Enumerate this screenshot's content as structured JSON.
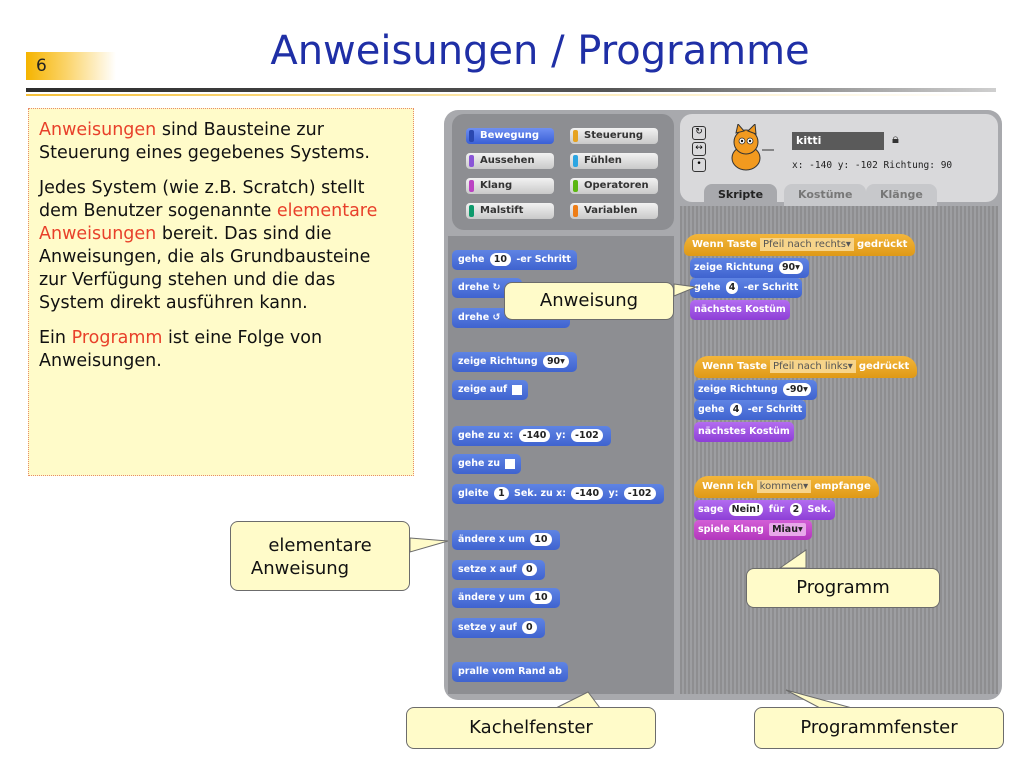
{
  "slide": {
    "number": "6",
    "title": "Anweisungen / Programme"
  },
  "text": {
    "p1_hl": "Anweisungen",
    "p1_rest": " sind Bausteine zur Steuerung eines gegebenes Systems.",
    "p2_a": "Jedes System (wie z.B. Scratch) stellt dem Benutzer sogenannte ",
    "p2_hl": "elementare Anweisungen",
    "p2_b": " bereit. Das sind die Anweisungen, die als Grundbausteine zur Verfügung stehen und die das System direkt ausführen kann.",
    "p3_a": "Ein ",
    "p3_hl": "Programm",
    "p3_b": " ist eine Folge von Anweisungen."
  },
  "colors": {
    "title": "#1f2fa6",
    "highlight": "#e8402a",
    "motion_block": "#4a6cd4",
    "event_block": "#e6a321",
    "looks_block": "#8a55d7"
  },
  "scratch": {
    "categories": [
      {
        "label": "Bewegung",
        "color": "#4a6cd4",
        "active": true
      },
      {
        "label": "Steuerung",
        "color": "#e6a321"
      },
      {
        "label": "Aussehen",
        "color": "#8a55d7"
      },
      {
        "label": "Fühlen",
        "color": "#2ca5e2"
      },
      {
        "label": "Klang",
        "color": "#bb42c3"
      },
      {
        "label": "Operatoren",
        "color": "#5cb712"
      },
      {
        "label": "Malstift",
        "color": "#0e9a6c"
      },
      {
        "label": "Variablen",
        "color": "#ee7d16"
      }
    ],
    "palette_blocks": {
      "b1": "gehe",
      "b1_num": "10",
      "b1_tail": "-er Schritt",
      "b2": "drehe",
      "b3": "drehe",
      "b4": "zeige Richtung",
      "b4_num": "90▾",
      "b5": "zeige auf",
      "b6": "gehe zu x:",
      "b6_x": "-140",
      "b6_y_label": "y:",
      "b6_y": "-102",
      "b7": "gehe zu",
      "b8": "gleite",
      "b8_num": "1",
      "b8_mid": "Sek. zu x:",
      "b8_x": "-140",
      "b8_y_label": "y:",
      "b8_y": "-102",
      "b9": "ändere x um",
      "b9_num": "10",
      "b10": "setze x auf",
      "b10_num": "0",
      "b11": "ändere y um",
      "b11_num": "10",
      "b12": "setze y auf",
      "b12_num": "0",
      "b13": "pralle vom Rand ab"
    },
    "sprite": {
      "name": "kitti",
      "coords": "x: -140  y: -102  Richtung: 90"
    },
    "tabs": [
      "Skripte",
      "Kostüme",
      "Klänge"
    ],
    "script1": {
      "hat_a": "Wenn Taste",
      "hat_dd": "Pfeil nach rechts▾",
      "hat_b": "gedrückt",
      "s1": "zeige Richtung",
      "s1_num": "90▾",
      "s2": "gehe",
      "s2_num": "4",
      "s2_tail": "-er Schritt",
      "s3": "nächstes Kostüm"
    },
    "script2": {
      "hat_a": "Wenn Taste",
      "hat_dd": "Pfeil nach links▾",
      "hat_b": "gedrückt",
      "s1": "zeige Richtung",
      "s1_num": "-90▾",
      "s2": "gehe",
      "s2_num": "4",
      "s2_tail": "-er Schritt",
      "s3": "nächstes Kostüm"
    },
    "script3": {
      "hat_a": "Wenn ich",
      "hat_dd": "kommen▾",
      "hat_b": "empfange",
      "s1": "sage",
      "s1_val": "Nein!",
      "s1_mid": "für",
      "s1_num": "2",
      "s1_tail": "Sek.",
      "s2": "spiele Klang",
      "s2_dd": "Miau▾"
    }
  },
  "callouts": {
    "anweisung": "Anweisung",
    "elementare_1": "elementare",
    "elementare_2": "Anweisung",
    "programm": "Programm",
    "kachelfenster": "Kachelfenster",
    "programmfenster": "Programmfenster"
  }
}
